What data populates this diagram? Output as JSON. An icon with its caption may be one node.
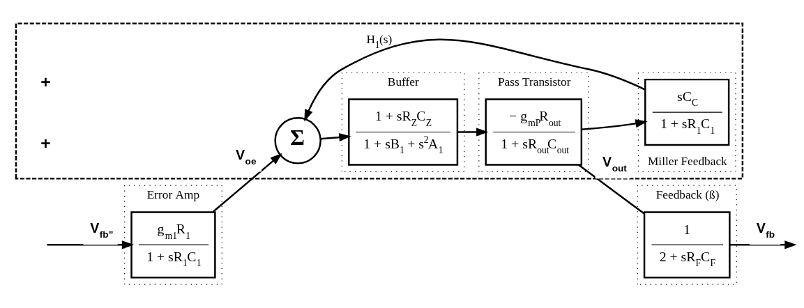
{
  "diagram": {
    "nodes": [
      {
        "text": [
          "Error Amp"
        ]
      },
      {
        "text": [
          "g$_{m1}$R$_{1}$",
          "1 + sR$_{1}$C$_{1}$"
        ],
        "in": 0
      },
      {
        "text": [
          "H$_{1}$(s)"
        ]
      },
      {
        "text": [
          "Σ"
        ],
        "in": 2
      },
      {
        "text": [
          "Buffer"
        ],
        "in": 2
      },
      {
        "text": [
          "1 + sR$_{Z}$C$_{Z}$",
          "1 + sB$_{1}$ + s$^{2}$A$_{1}$"
        ],
        "in": 4
      },
      {
        "text": [
          "Pass Transistor"
        ],
        "in": 2
      },
      {
        "text": [
          "− g$_{mP}$R$_{out}$",
          "1 + sR$_{out}$C$_{out}$"
        ],
        "in": 6
      },
      {
        "text": [
          "Miller Feedback"
        ],
        "in": 2
      },
      {
        "text": [
          "sC$_{C}$",
          "1 + sR$_{1}$C$_{1}$"
        ],
        "in": 8
      },
      {
        "text": [
          "Feedback (ß)"
        ]
      },
      {
        "text": [
          "1",
          "2 + sR$_{F}$C$_{F}$"
        ],
        "in": 10
      }
    ],
    "edges": [
      {
        "from": null,
        "to": 1,
        "arrow": "to",
        "label": "V$_{fb”}$"
      },
      {
        "from": 1,
        "to": 3,
        "arrow": "to",
        "label": "V$_{oe}$"
      },
      {
        "from": 3,
        "to": 5,
        "arrow": "to"
      },
      {
        "from": 5,
        "to": 7,
        "arrow": "to"
      },
      {
        "from": 7,
        "to": 11,
        "arrow": "none",
        "label": "V$_{out}$"
      },
      {
        "from": 11,
        "to": null,
        "arrow": "to",
        "label": "V$_{fb}$"
      },
      {
        "from": 7,
        "to": 9,
        "arrow": "to"
      },
      {
        "from": 9,
        "to": 3,
        "arrow": "to"
      }
    ],
    "labels": [
      "+",
      "+"
    ]
  }
}
